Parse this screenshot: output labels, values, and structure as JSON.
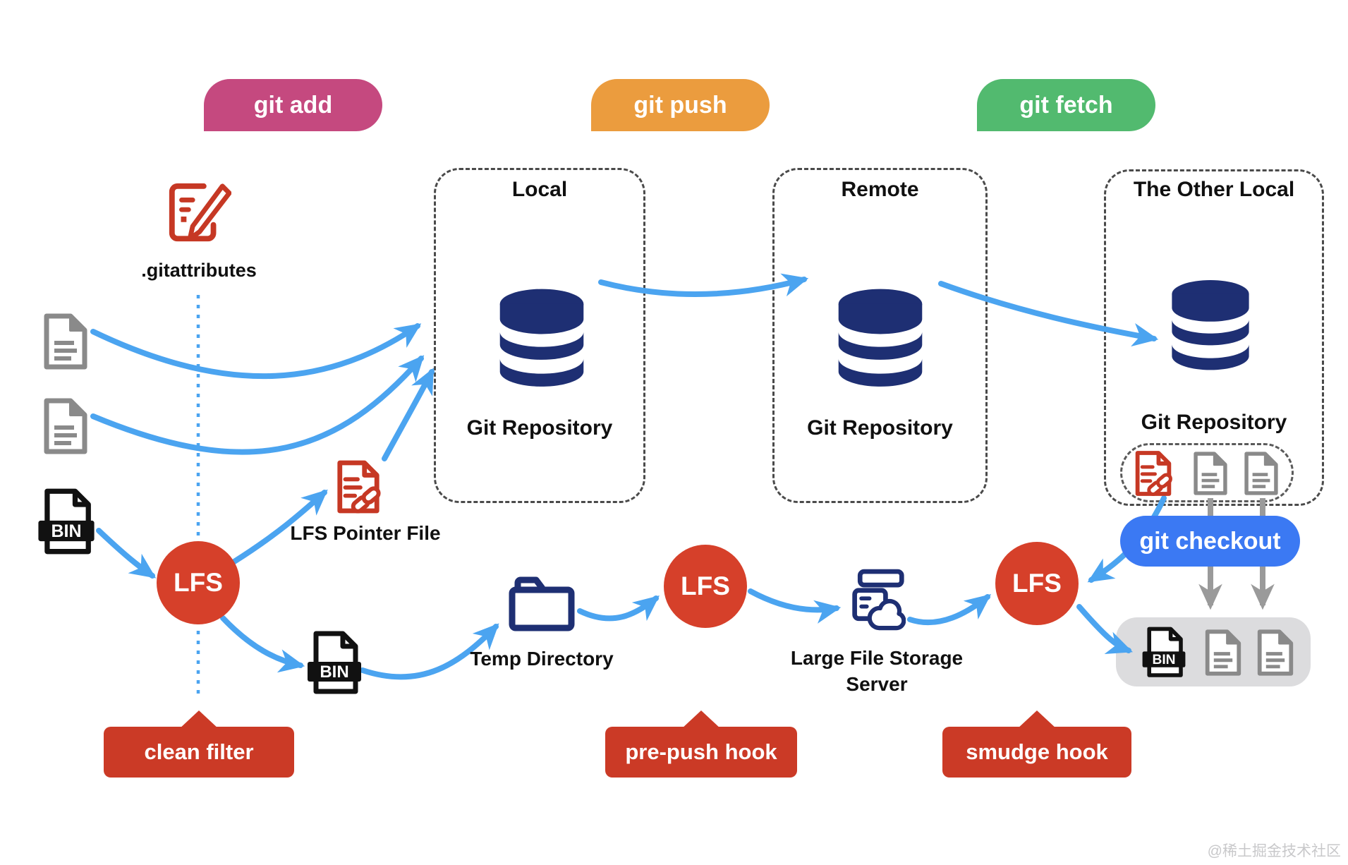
{
  "commands": {
    "add": "git add",
    "push": "git push",
    "fetch": "git fetch",
    "checkout": "git checkout"
  },
  "boxes": {
    "local": {
      "title": "Local",
      "repo_label": "Git Repository"
    },
    "remote": {
      "title": "Remote",
      "repo_label": "Git Repository"
    },
    "other_local": {
      "title": "The Other Local",
      "repo_label": "Git Repository"
    }
  },
  "nodes": {
    "gitattributes_label": ".gitattributes",
    "lfs_circle_label": "LFS",
    "bin_file_label": "BIN",
    "lfs_pointer_file_label": "LFS Pointer File",
    "temp_directory_label": "Temp Directory",
    "lfs_server_label_line1": "Large File Storage",
    "lfs_server_label_line2": "Server"
  },
  "hooks": {
    "clean_filter": "clean filter",
    "pre_push": "pre-push hook",
    "smudge": "smudge hook"
  },
  "watermark": "@稀土掘金技术社区",
  "colors": {
    "git_add": "#c5497f",
    "git_push": "#eb9c3e",
    "git_fetch": "#52ba6f",
    "git_checkout": "#3b79f3",
    "hook_red": "#cb3a26",
    "lfs_red": "#d6402a",
    "navy": "#1e2f73",
    "arrow_blue": "#4ba4f0",
    "doc_gray": "#8a8a8a",
    "working_box_gray": "#dcdcde"
  }
}
